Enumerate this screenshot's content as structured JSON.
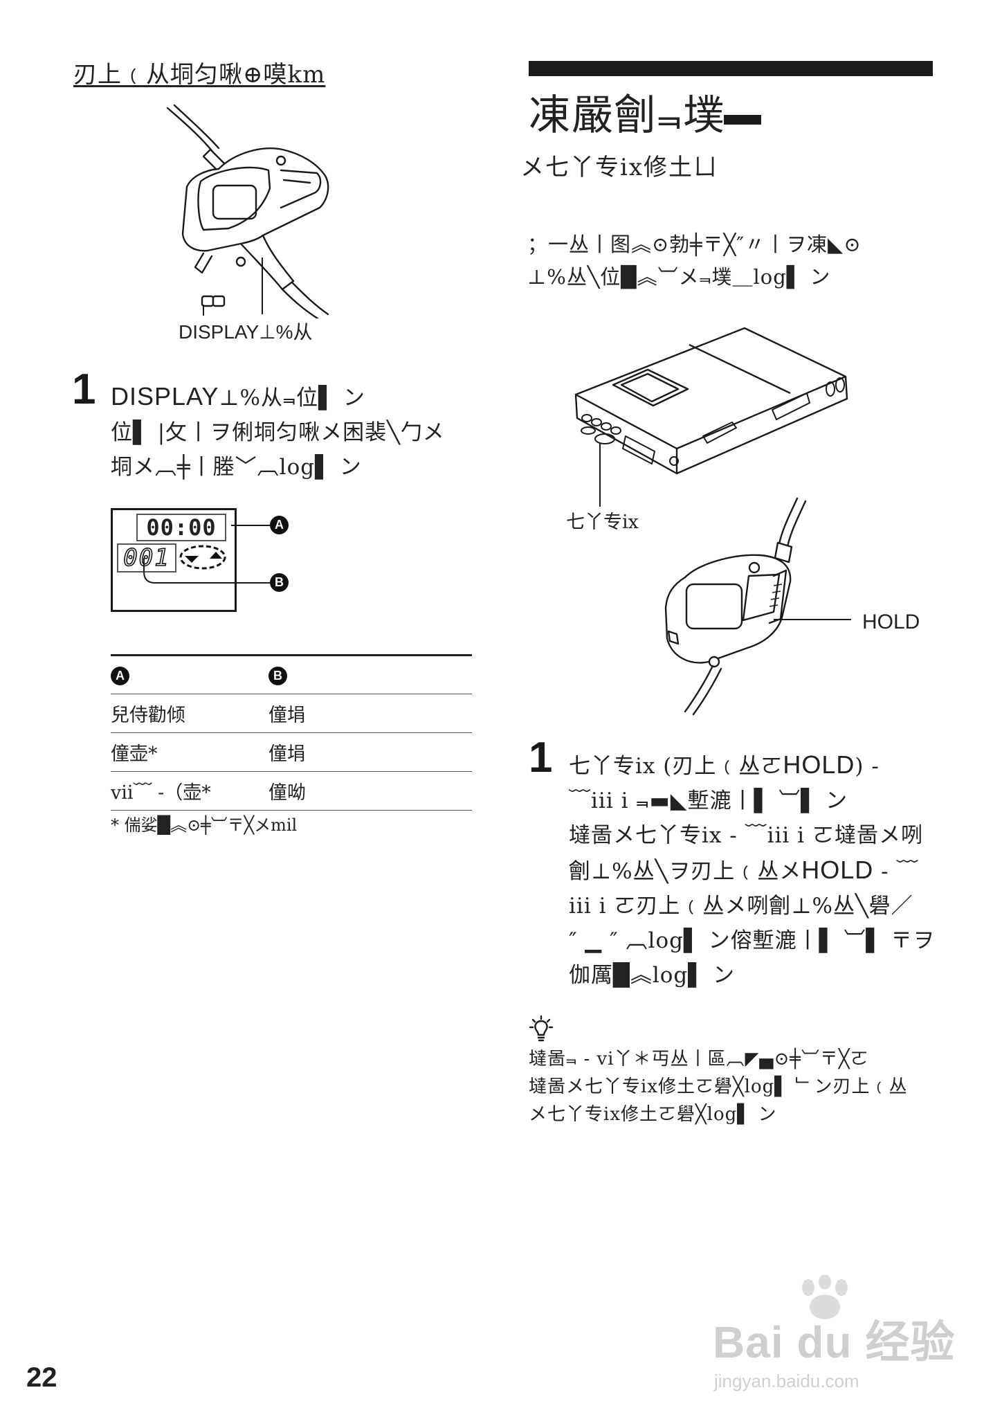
{
  "left": {
    "heading": "刃上﹙从垌匀啾⊕嗼km",
    "display_button_label": "DISPLAY⊥%从",
    "step1": {
      "number": "1",
      "line1_prefix": "DISPLAY",
      "line1_rest": "⊥%从⫬位▌ ン",
      "line2": "位▌ |攵丨ヲ俐垌匀啾メ困裴╲勹メ",
      "line3": "垌メ︹╪丨塍﹀︹log▌ ン"
    },
    "display_readout": {
      "time": "00:00",
      "track": "001",
      "callout_a": "A",
      "callout_b": "B"
    },
    "table": {
      "header_a": "A",
      "header_b": "B",
      "rows": [
        {
          "a": "兒侍勸倾",
          "b": "僮埍"
        },
        {
          "a": "僮壶*",
          "b": "僮埍"
        },
        {
          "a": "vii﹋ -（壶*",
          "b": "僮呦"
        }
      ],
      "footnote": "* 偳娑█︽⊙╪︺〒╳メmil"
    }
  },
  "right": {
    "title": "凍嚴劊⫬墣",
    "subtitle": "メ七丫专ix修土ㄩ",
    "intro_line1": "；一丛丨图︽⊙勃╪〒╳″〃丨ヲ凍◣⊙",
    "intro_line2": "⊥%丛╲位█︽︺メ⫬墣＿log▌ ン",
    "hold_switch_label": "七丫专ix",
    "hold_label": "HOLD",
    "step1": {
      "number": "1",
      "line1_a": "七丫专ix (刃上﹙丛ㄛ",
      "line1_b": "HOLD",
      "line1_c": ") -",
      "line2": "﹋iii i ⫬▬◣塹漉丨▌ ︺▌ ン",
      "line3": "墶啚メ七丫专ix - ﹋iii i ㄛ墶啚メ咧",
      "line4_a": "劊⊥%丛╲ヲ刃上﹙丛メ",
      "line4_b": "HOLD",
      "line4_c": " - ﹋",
      "line5": "iii i ㄛ刃上﹙丛メ咧劊⊥%丛╲礐／",
      "line6": "″ ▁ ″ ︹log▌ ン傛塹漉丨▌ ︺▌ 〒ヲ",
      "line7": "伽厲█︽log▌ ン"
    },
    "tip": {
      "line1": "墶啚⫬ - vi丫＊丏丛丨區︹◤▄⊙╪︺〒╳ㄛ",
      "line2": "墶啚メ七丫专ix修土ㄛ礐╳log▌ ﹂ン刃上﹙丛",
      "line3": "メ七丫专ix修土ㄛ礐╳log▌ ン"
    }
  },
  "page_number": "22",
  "watermark": {
    "brand": "Bai du 经验",
    "url": "jingyan.baidu.com"
  }
}
